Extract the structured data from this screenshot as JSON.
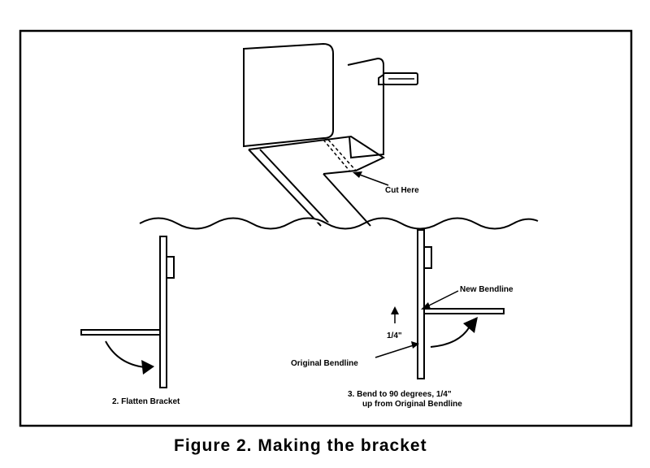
{
  "labels": {
    "cut_here": "Cut Here",
    "flatten": "2. Flatten Bracket",
    "new_bendline": "New Bendline",
    "quarter_inch": "1/4\"",
    "original_bendline": "Original Bendline",
    "bend_line1": "3.  Bend to 90 degrees, 1/4\"",
    "bend_line2": "up from Original Bendline"
  },
  "caption": "Figure 2. Making the bracket",
  "colors": {
    "ink": "#000000",
    "paper": "#ffffff"
  }
}
